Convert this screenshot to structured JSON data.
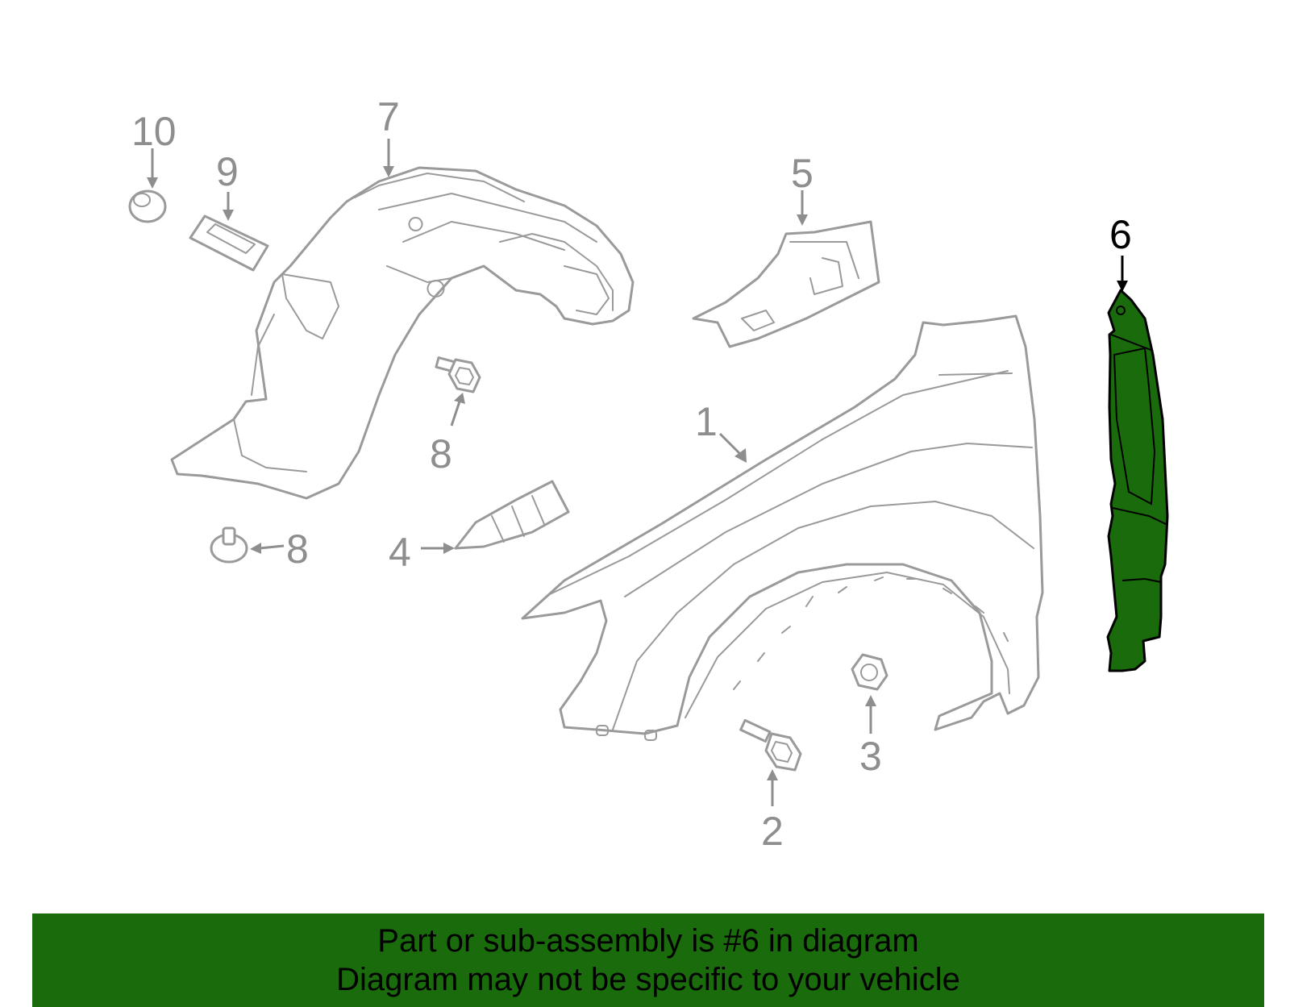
{
  "callouts": {
    "c1": "1",
    "c2": "2",
    "c3": "3",
    "c4": "4",
    "c5": "5",
    "c6": "6",
    "c7": "7",
    "c8a": "8",
    "c8b": "8",
    "c9": "9",
    "c10": "10"
  },
  "highlight": {
    "part_number": "6",
    "color": "#1a6b0c"
  },
  "colors": {
    "line": "#9a9a9a",
    "callout": "#8e8e8e",
    "active_callout": "#000000",
    "banner_bg": "#1a6b0c"
  },
  "banner": {
    "line1": "Part or sub-assembly is #6 in diagram",
    "line2": "Diagram may not be specific to your vehicle"
  }
}
